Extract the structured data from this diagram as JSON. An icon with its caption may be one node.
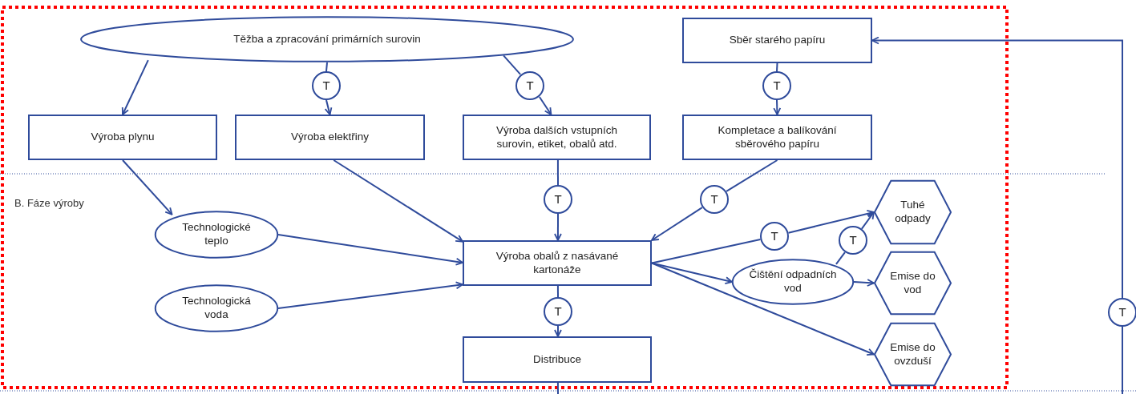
{
  "diagram": {
    "nodes": [
      {
        "text": [
          "Těžba a zpracování primárních surovin"
        ]
      },
      {
        "text": [
          "Výroba plynu"
        ]
      },
      {
        "text": [
          "Výroba elektřiny"
        ]
      },
      {
        "text": [
          "Výroba dalších vstupních surovin, etiket, obalů atd."
        ]
      },
      {
        "text": [
          "Sběr starého papíru"
        ]
      },
      {
        "text": [
          "Kompletace a balíkování sběrového papíru"
        ]
      },
      {
        "text": [
          "Technologické teplo"
        ]
      },
      {
        "text": [
          "Technologická voda"
        ]
      },
      {
        "text": [
          "Výroba obalů z nasávané kartonáže"
        ]
      },
      {
        "text": [
          "Distribuce"
        ]
      },
      {
        "text": [
          "Čištění odpadních vod"
        ]
      },
      {
        "text": [
          "Tuhé odpady"
        ]
      },
      {
        "text": [
          "Emise do vod"
        ]
      },
      {
        "text": [
          "Emise do ovzduší"
        ]
      },
      {
        "text": [
          "T"
        ]
      },
      {
        "text": [
          "T"
        ]
      },
      {
        "text": [
          "T"
        ]
      },
      {
        "text": [
          "T"
        ]
      },
      {
        "text": [
          "T"
        ]
      },
      {
        "text": [
          "T"
        ]
      },
      {
        "text": [
          "T"
        ]
      },
      {
        "text": [
          "T"
        ]
      },
      {
        "text": [
          "T"
        ]
      }
    ],
    "edges": [
      {
        "from": 0,
        "to": 1,
        "arrow": "to"
      },
      {
        "from": 0,
        "to": 14,
        "arrow": "none"
      },
      {
        "from": 14,
        "to": 2,
        "arrow": "to"
      },
      {
        "from": 0,
        "to": 15,
        "arrow": "none"
      },
      {
        "from": 15,
        "to": 3,
        "arrow": "to"
      },
      {
        "from": 4,
        "to": 16,
        "arrow": "none"
      },
      {
        "from": 16,
        "to": 5,
        "arrow": "to"
      },
      {
        "from": 1,
        "to": 6,
        "arrow": "to"
      },
      {
        "from": 2,
        "to": 8,
        "arrow": "to"
      },
      {
        "from": 3,
        "to": 17,
        "arrow": "none"
      },
      {
        "from": 17,
        "to": 8,
        "arrow": "to"
      },
      {
        "from": 5,
        "to": 18,
        "arrow": "none"
      },
      {
        "from": 18,
        "to": 8,
        "arrow": "to"
      },
      {
        "from": 6,
        "to": 8,
        "arrow": "to"
      },
      {
        "from": 7,
        "to": 8,
        "arrow": "to"
      },
      {
        "from": 8,
        "to": 19,
        "arrow": "none"
      },
      {
        "from": 19,
        "to": 11,
        "arrow": "to"
      },
      {
        "from": 8,
        "to": 10,
        "arrow": "to"
      },
      {
        "from": 8,
        "to": 13,
        "arrow": "to"
      },
      {
        "from": 10,
        "to": 20,
        "arrow": "none"
      },
      {
        "from": 20,
        "to": 11,
        "arrow": "to"
      },
      {
        "from": 10,
        "to": 12,
        "arrow": "to"
      },
      {
        "from": 8,
        "to": 21,
        "arrow": "none"
      },
      {
        "from": 21,
        "to": 9,
        "arrow": "to"
      },
      {
        "from": null,
        "to": 22,
        "arrow": "none"
      },
      {
        "from": 22,
        "to": 4,
        "arrow": "to"
      },
      {
        "from": 9,
        "to": null,
        "arrow": "none"
      }
    ],
    "labels": [
      "B. Fáze výroby"
    ]
  }
}
